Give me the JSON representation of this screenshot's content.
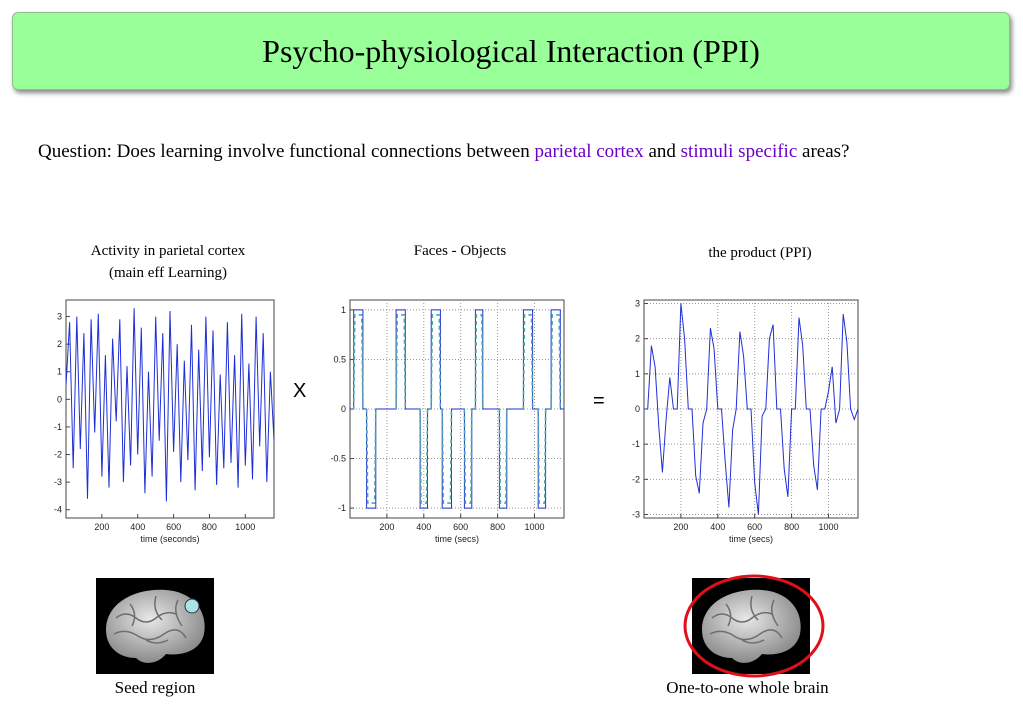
{
  "title": "Psycho-physiological Interaction (PPI)",
  "question": {
    "prefix": "Question: Does learning involve functional connections between ",
    "term1": "parietal cortex",
    "mid": " and ",
    "term2": "stimuli specific",
    "suffix": " areas?",
    "highlight_color": "#6b00c8"
  },
  "operators": {
    "times": "X",
    "equals": "="
  },
  "captions": {
    "seed_line1": "Activity in parietal cortex",
    "seed_line2": "(main eff Learning)",
    "psych": "Faces - Objects",
    "product": "the product (PPI)"
  },
  "bottom_labels": {
    "seed": "Seed region",
    "brain": "One-to-one whole brain"
  },
  "colors": {
    "title_bg": "#99ff99",
    "trace": "#1f2fd6",
    "dashed": "#4aa9a0",
    "ring": "#e0101a",
    "seed_dot": "#a8e4ea"
  },
  "chart_data": [
    {
      "type": "line",
      "xlabel": "time (seconds)",
      "ylabel": "",
      "xlim": [
        0,
        1160
      ],
      "ylim": [
        -4.3,
        3.6
      ],
      "xticks": [
        200,
        400,
        600,
        800,
        1000
      ],
      "yticks": [
        3,
        2,
        1,
        0,
        -1,
        -2,
        -3,
        -4
      ],
      "grid": false,
      "series": [
        {
          "x": [
            0,
            20,
            40,
            60,
            80,
            100,
            120,
            140,
            160,
            180,
            200,
            220,
            240,
            260,
            280,
            300,
            320,
            340,
            360,
            380,
            400,
            420,
            440,
            460,
            480,
            500,
            520,
            540,
            560,
            580,
            600,
            620,
            640,
            660,
            680,
            700,
            720,
            740,
            760,
            780,
            800,
            820,
            840,
            860,
            880,
            900,
            920,
            940,
            960,
            980,
            1000,
            1020,
            1040,
            1060,
            1080,
            1100,
            1120,
            1140,
            1160
          ],
          "values": [
            0.5,
            2.8,
            -2.5,
            3.0,
            -1.8,
            2.4,
            -3.6,
            2.9,
            -1.2,
            3.1,
            -2.8,
            1.6,
            -3.2,
            2.2,
            -0.8,
            2.9,
            -3.0,
            1.2,
            -2.4,
            3.3,
            -2.0,
            2.6,
            -3.4,
            1.0,
            -2.8,
            3.0,
            -1.5,
            2.4,
            -3.7,
            3.2,
            -1.9,
            2.0,
            -3.0,
            1.4,
            -2.2,
            2.7,
            -3.3,
            1.8,
            -2.6,
            3.0,
            -2.1,
            2.5,
            -3.1,
            0.9,
            -2.5,
            2.8,
            -2.3,
            1.6,
            -3.2,
            3.1,
            -2.4,
            1.3,
            -2.9,
            3.0,
            -1.7,
            2.4,
            -3.0,
            1.0,
            -1.5
          ]
        }
      ]
    },
    {
      "type": "line",
      "xlabel": "time (secs)",
      "ylabel": "",
      "xlim": [
        0,
        1160
      ],
      "ylim": [
        -1.1,
        1.1
      ],
      "xticks": [
        200,
        400,
        600,
        800,
        1000
      ],
      "yticks": [
        1,
        0.5,
        0,
        -0.5,
        -1
      ],
      "grid": true,
      "pulses": [
        {
          "start": 20,
          "end": 70,
          "value": 1
        },
        {
          "start": 90,
          "end": 140,
          "value": -1
        },
        {
          "start": 250,
          "end": 300,
          "value": 1
        },
        {
          "start": 380,
          "end": 420,
          "value": -1
        },
        {
          "start": 440,
          "end": 490,
          "value": 1
        },
        {
          "start": 500,
          "end": 550,
          "value": -1
        },
        {
          "start": 620,
          "end": 660,
          "value": -1
        },
        {
          "start": 680,
          "end": 720,
          "value": 1
        },
        {
          "start": 810,
          "end": 850,
          "value": -1
        },
        {
          "start": 940,
          "end": 990,
          "value": 1
        },
        {
          "start": 1090,
          "end": 1140,
          "value": 1
        },
        {
          "start": 1020,
          "end": 1060,
          "value": -1
        }
      ]
    },
    {
      "type": "line",
      "xlabel": "time (secs)",
      "ylabel": "",
      "xlim": [
        0,
        1160
      ],
      "ylim": [
        -3.1,
        3.1
      ],
      "xticks": [
        200,
        400,
        600,
        800,
        1000
      ],
      "yticks": [
        3,
        2,
        1,
        0,
        -1,
        -2,
        -3
      ],
      "grid": true,
      "series": [
        {
          "x": [
            0,
            20,
            40,
            60,
            80,
            100,
            120,
            140,
            160,
            180,
            200,
            220,
            240,
            260,
            280,
            300,
            320,
            340,
            360,
            380,
            400,
            420,
            440,
            460,
            480,
            500,
            520,
            540,
            560,
            580,
            600,
            620,
            640,
            660,
            680,
            700,
            720,
            740,
            760,
            780,
            800,
            820,
            840,
            860,
            880,
            900,
            920,
            940,
            960,
            980,
            1000,
            1020,
            1040,
            1060,
            1080,
            1100,
            1120,
            1140,
            1160
          ],
          "values": [
            0,
            0,
            1.8,
            1.2,
            -0.5,
            -1.8,
            -0.3,
            0.9,
            0,
            0,
            3.0,
            2.0,
            0,
            0,
            -1.9,
            -2.4,
            -0.4,
            0,
            2.3,
            1.7,
            0,
            0,
            -1.5,
            -2.8,
            -0.6,
            0,
            2.2,
            1.5,
            0,
            0,
            -2.1,
            -3.0,
            -0.2,
            0,
            2.0,
            2.4,
            0,
            0,
            -1.7,
            -2.5,
            0,
            0,
            2.6,
            1.8,
            0,
            0,
            -1.6,
            -2.3,
            0,
            0,
            0.5,
            1.2,
            -0.4,
            0,
            2.7,
            1.9,
            0,
            -0.3,
            0
          ]
        }
      ]
    }
  ]
}
